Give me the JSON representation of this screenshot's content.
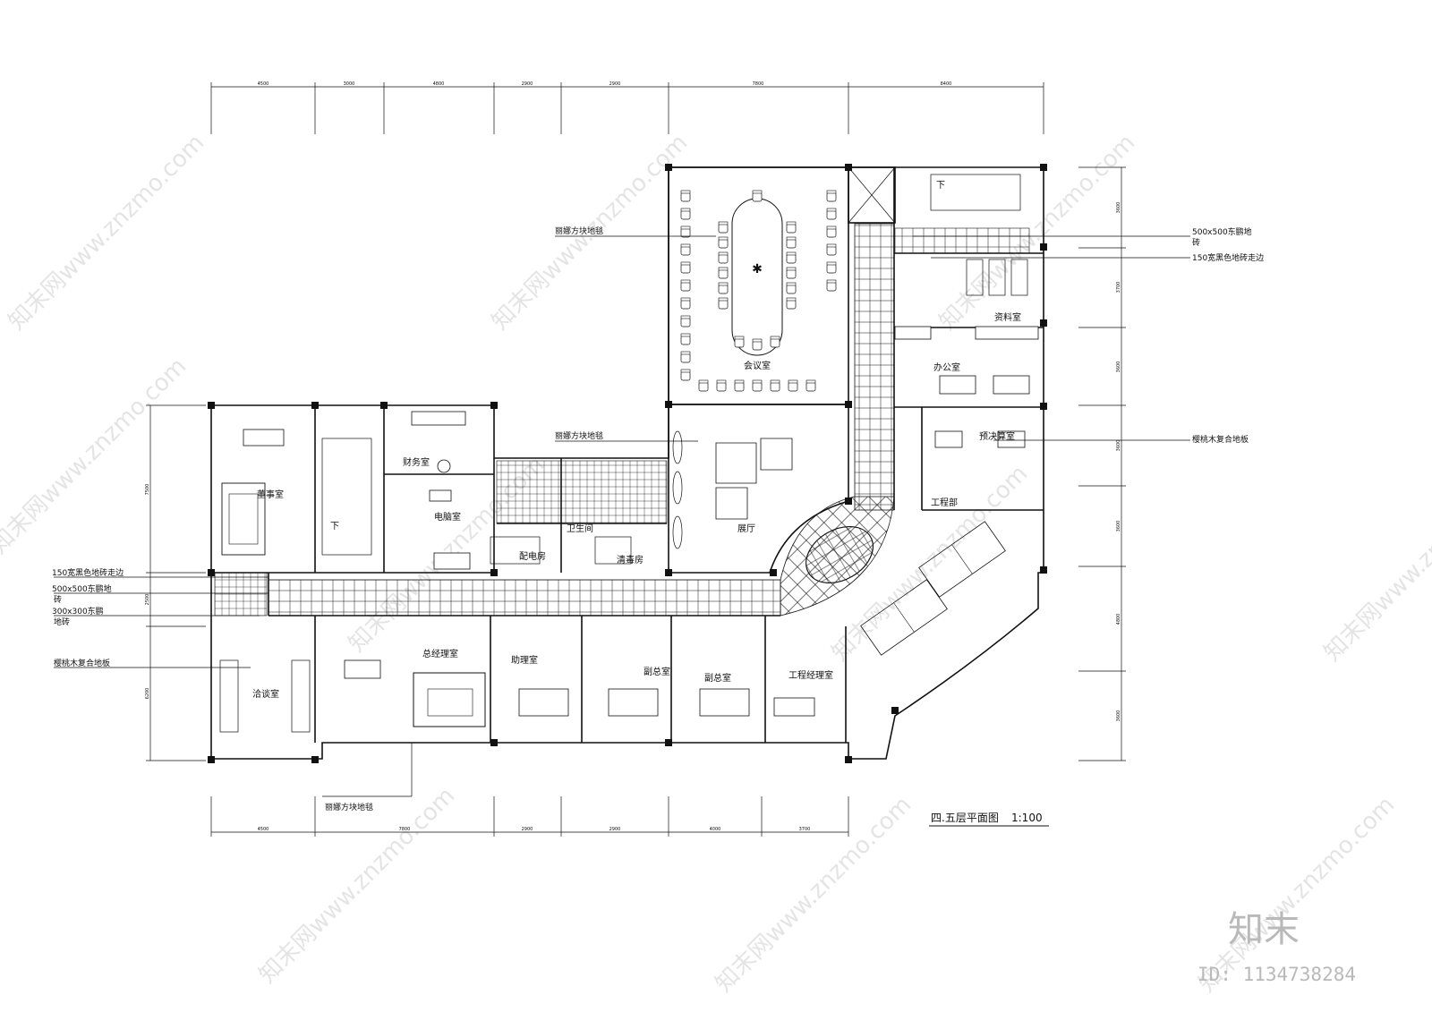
{
  "title": "四.五层平面图",
  "scale": "1:100",
  "dimensions": {
    "top": [
      "4500",
      "3000",
      "4800",
      "2900",
      "2900",
      "7800",
      "8400"
    ],
    "bottom": [
      "4500",
      "7800",
      "2900",
      "2900",
      "4000",
      "3700"
    ],
    "left": [
      "7500",
      "2500",
      "6200"
    ],
    "right": [
      "3600",
      "3700",
      "3600",
      "3600",
      "3600",
      "4800",
      "3600"
    ]
  },
  "rooms": {
    "meeting": "会议室",
    "exhibition": "展厅",
    "chairman": "董事室",
    "finance": "财务室",
    "computer": "电脑室",
    "down_stair": "下",
    "restroom": "卫生间",
    "power": "配电房",
    "cleaning": "清毒房",
    "engineering": "工程部",
    "archive": "资料室",
    "office": "办公室",
    "budget": "预决算室",
    "negotiation": "洽谈室",
    "gm": "总经理室",
    "assistant": "助理室",
    "vp1": "副总室",
    "vp2": "副总室",
    "eng_manager": "工程经理室",
    "stair_down_top": "下"
  },
  "annotations": {
    "carpet_meeting": "丽娜方块地毯",
    "carpet_exhibition": "丽娜方块地毯",
    "carpet_bottom": "丽娜方块地毯",
    "tile_right_1": "500x500东鹏地",
    "tile_right_2": "砖",
    "border_right": "150宽黑色地砖走边",
    "floor_right": "樱桃木复合地板",
    "border_left": "150宽黑色地砖走边",
    "tile_left_1": "500x500东鹏地",
    "tile_left_2": "砖",
    "tile_left_3": "300x300东鹏",
    "tile_left_4": "地砖",
    "floor_left": "樱桃木复合地板"
  },
  "watermark": {
    "site": "知末网www.znzmo.com",
    "brand": "知末",
    "id": "ID: 1134738284"
  }
}
